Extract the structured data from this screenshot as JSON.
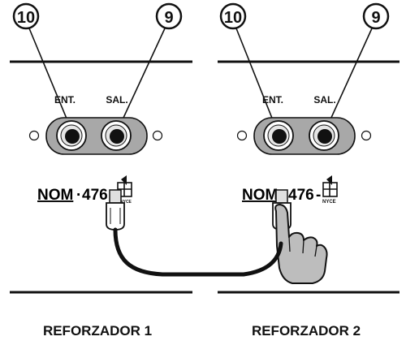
{
  "callouts": {
    "left_marker": "10",
    "right_marker": "9"
  },
  "panels": [
    {
      "input_label": "ENT.",
      "output_label": "SAL.",
      "cert_prefix": "NOM",
      "cert_number": "476",
      "logo_tag": "NYCE",
      "caption": "REFORZADOR 1"
    },
    {
      "input_label": "ENT.",
      "output_label": "SAL.",
      "cert_prefix": "NOM",
      "cert_number": "476",
      "logo_tag": "NYCE",
      "caption": "REFORZADOR 2"
    }
  ],
  "colors": {
    "ink": "#111111",
    "plate": "#a8a8a8",
    "hand": "#bdbdbd",
    "cable": "#111111"
  }
}
